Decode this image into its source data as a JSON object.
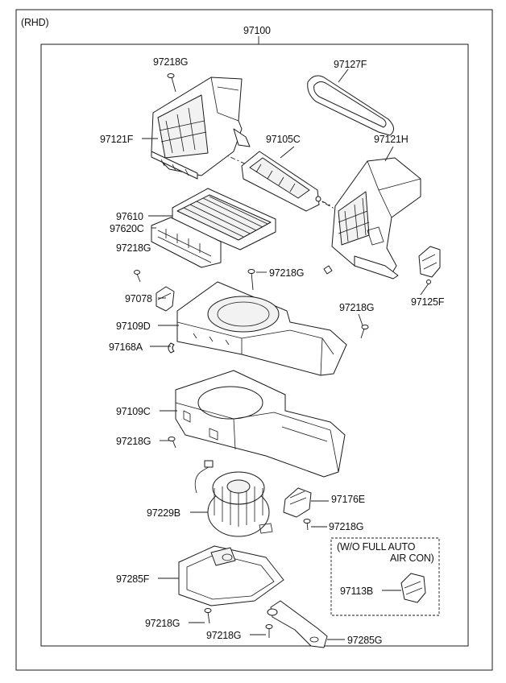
{
  "header_note": "(RHD)",
  "assembly_label": "97100",
  "option_box": {
    "line1": "(W/O FULL AUTO",
    "line2": "AIR CON)"
  },
  "part_labels": {
    "screw_top": "97218G",
    "seal": "97127F",
    "case_left": "97121F",
    "door": "97105C",
    "case_right": "97121H",
    "filter": "97610",
    "filter_cover": "97620C",
    "screw_mid_left": "97218G",
    "screw_mid_center": "97218G",
    "actuator": "97078",
    "screw_mid_right": "97218G",
    "upper_case": "97109D",
    "actuator_right": "97125F",
    "clip": "97168A",
    "lower_case": "97109C",
    "screw_lower_case": "97218G",
    "resistor": "97176E",
    "blower_motor": "97229B",
    "screw_resistor": "97218G",
    "bottom_cover": "97285F",
    "option_resistor": "97113B",
    "screw_bottom_left": "97218G",
    "screw_bottom_center": "97218G",
    "duct": "97285G"
  }
}
